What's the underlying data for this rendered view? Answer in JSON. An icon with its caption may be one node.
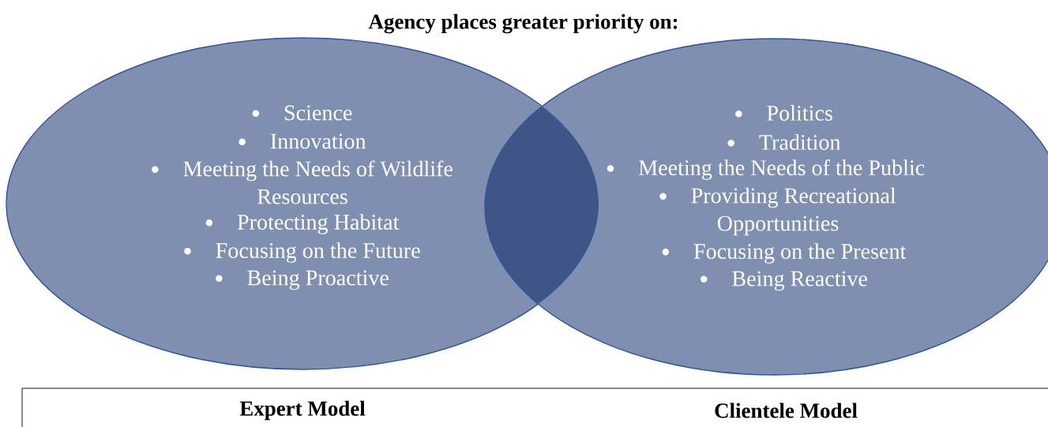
{
  "diagram": {
    "title": "Agency places greater priority on:",
    "nodes": [
      {
        "text": [
          "Science",
          "Innovation",
          "Meeting the Needs of Wildlife Resources",
          "Protecting Habitat",
          "Focusing on the Future",
          "Being Proactive"
        ]
      },
      {
        "text": [
          "Politics",
          "Tradition",
          "Meeting the Needs of the Public",
          "Providing Recreational Opportunities",
          "Focusing on the Present",
          "Being Reactive"
        ]
      },
      {
        "text": [
          "Expert Model",
          "Clientele Model"
        ]
      },
      {
        "text": [],
        "shape": "lens"
      }
    ]
  }
}
